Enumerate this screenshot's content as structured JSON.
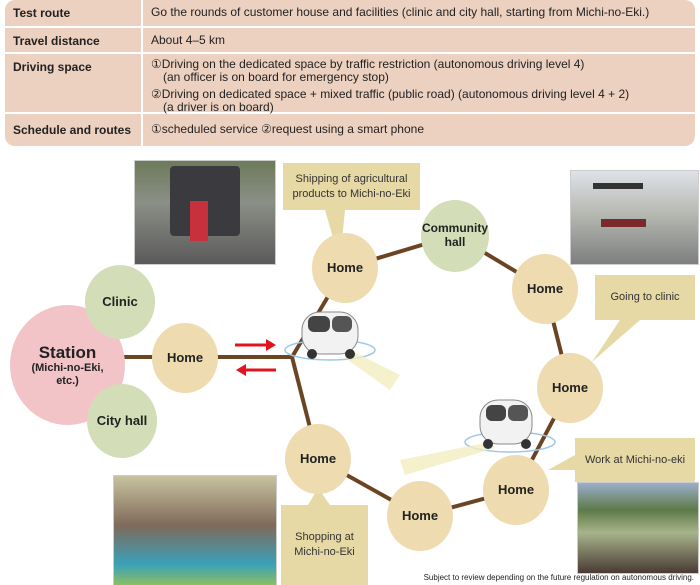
{
  "table": {
    "rows": [
      {
        "label": "Test route",
        "values": [
          "Go the rounds of customer house and facilities (clinic and city hall, starting from Michi-no-Eki.)"
        ]
      },
      {
        "label": "Travel distance",
        "values": [
          "About 4–5 km"
        ]
      },
      {
        "label": "Driving space",
        "values": [
          "①Driving on the dedicated space by traffic restriction (autonomous driving level 4)",
          "(an officer is on board for emergency stop)",
          "②Driving on dedicated space + mixed traffic (public road) (autonomous driving level 4 + 2)",
          "(a driver is on board)"
        ]
      },
      {
        "label": "Schedule and routes",
        "values": [
          "①scheduled service ②request using a smart phone"
        ]
      }
    ]
  },
  "diagram": {
    "station": {
      "title": "Station",
      "subtitle": "(Michi-no-Eki, etc.)"
    },
    "clinic": "Clinic",
    "city_hall": "City hall",
    "community_hall": "Community hall",
    "home": "Home",
    "callouts": {
      "shipping": "Shipping of agricultural products to Michi-no-Eki",
      "clinic": "Going to clinic",
      "work": "Work at Michi-no-eki",
      "shopping": "Shopping at Michi-no-Eki"
    },
    "footnote": "Subject to review depending on the future regulation on autonomous driving."
  },
  "colors": {
    "station": "#f2c4c8",
    "facility": "#d3ddb8",
    "home": "#eedcb0",
    "route": "#6b4423",
    "arrow": "#e0141e",
    "callout": "#e6d9a6",
    "table": "#ecd0c0"
  }
}
